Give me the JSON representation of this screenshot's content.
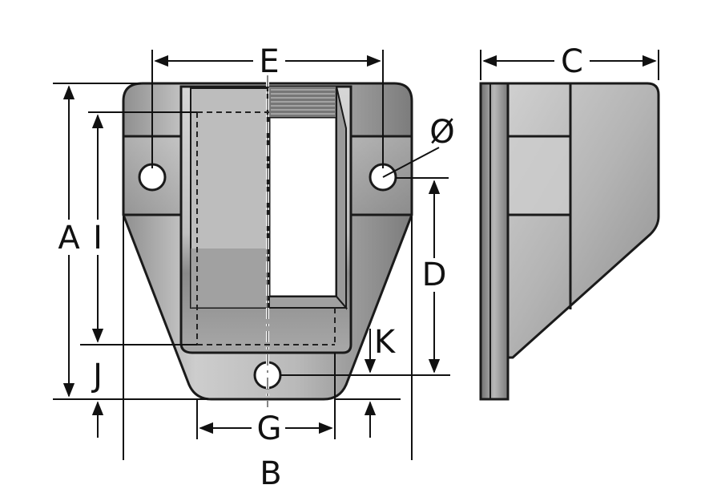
{
  "labels": {
    "a": "A",
    "b": "B",
    "c": "C",
    "d": "D",
    "e": "E",
    "g": "G",
    "i": "I",
    "j": "J",
    "k": "K",
    "dia": "Ø"
  },
  "colors": {
    "outline": "#1a1a1a",
    "body_light": "#cfcfcf",
    "body_mid": "#a8a8a8",
    "body_dark": "#7d7d7d",
    "background": "#ffffff"
  }
}
